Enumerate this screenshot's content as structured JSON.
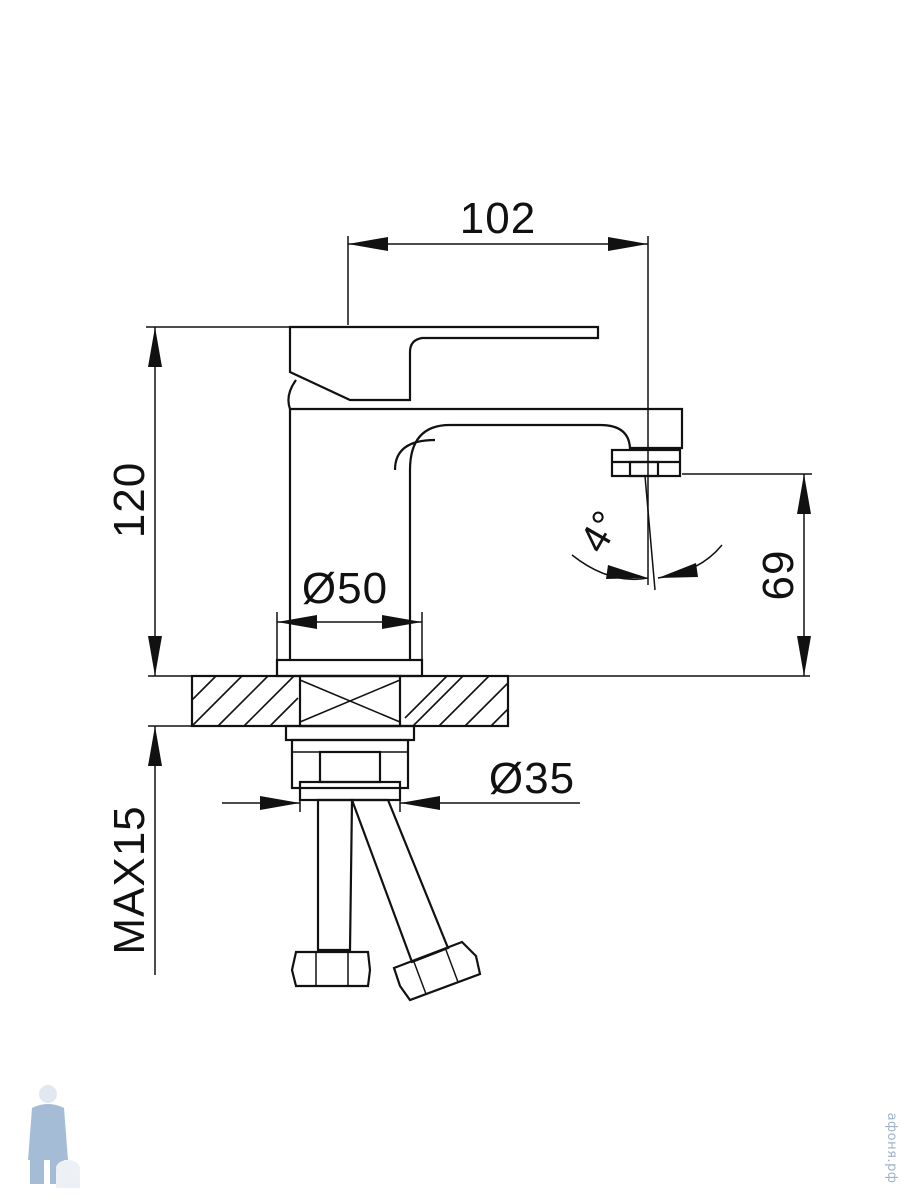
{
  "dimensions": {
    "reach": "102",
    "height": "120",
    "spout_height": "69",
    "base_diameter": "Ø50",
    "shank_diameter": "Ø35",
    "max_thickness": "MAX15",
    "spout_angle": "4°"
  },
  "watermark": {
    "site": "афоня.рф",
    "logo_icon": "plumber-mascot-icon"
  },
  "colors": {
    "line": "#111111",
    "background": "#ffffff",
    "watermark": "#9fb4cc"
  }
}
